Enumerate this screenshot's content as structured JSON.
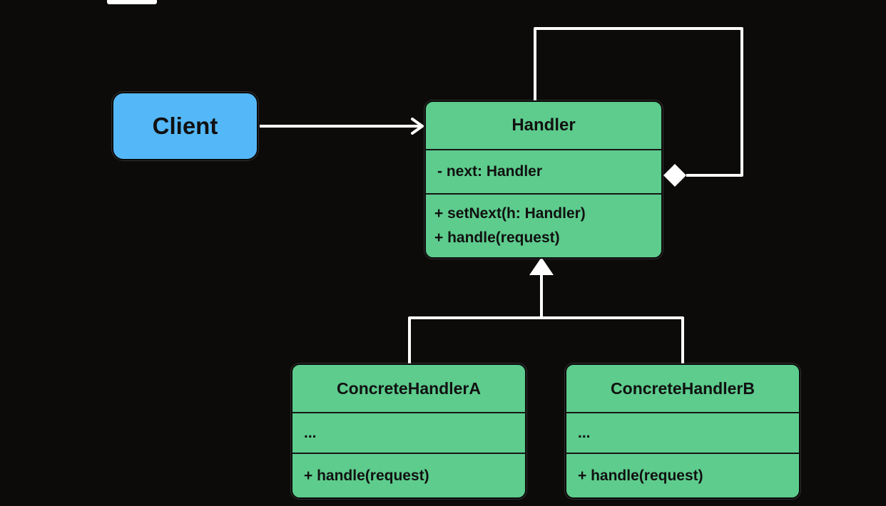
{
  "client": {
    "label": "Client"
  },
  "handler": {
    "name": "Handler",
    "attributes": [
      "- next: Handler"
    ],
    "methods": [
      "+ setNext(h: Handler)",
      "+ handle(request)"
    ]
  },
  "concrete_handlers": [
    {
      "name": "ConcreteHandlerA",
      "attributes": [
        "..."
      ],
      "methods": [
        "+ handle(request)"
      ]
    },
    {
      "name": "ConcreteHandlerB",
      "attributes": [
        "..."
      ],
      "methods": [
        "+ handle(request)"
      ]
    }
  ],
  "relations": [
    {
      "type": "association",
      "from": "Client",
      "to": "Handler"
    },
    {
      "type": "aggregation",
      "from": "Handler",
      "to": "Handler",
      "note": "self-reference"
    },
    {
      "type": "inheritance",
      "from": "ConcreteHandlerA",
      "to": "Handler"
    },
    {
      "type": "inheritance",
      "from": "ConcreteHandlerB",
      "to": "Handler"
    }
  ],
  "colors": {
    "background": "#0c0b09",
    "client_fill": "#54b8f8",
    "class_fill": "#5dcc8d",
    "connector": "#ffffff"
  }
}
